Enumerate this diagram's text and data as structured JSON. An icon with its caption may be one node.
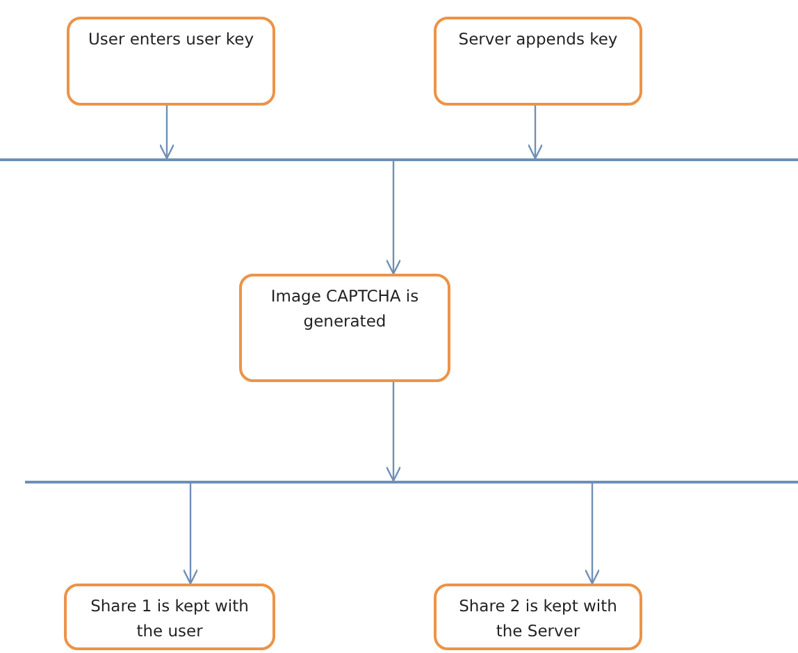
{
  "diagram": {
    "nodes": [
      {
        "text": [
          "User enters user key"
        ]
      },
      {
        "text": [
          "Server appends key"
        ]
      },
      {
        "text": [],
        "shape": "bar"
      },
      {
        "text": [
          "Image CAPTCHA is generated"
        ]
      },
      {
        "text": [],
        "shape": "bar"
      },
      {
        "text": [
          "Share 1 is kept with the user"
        ]
      },
      {
        "text": [
          "Share 2 is kept with the Server"
        ]
      }
    ],
    "edges": [
      {
        "from": 0,
        "to": 2,
        "arrow": "to"
      },
      {
        "from": 1,
        "to": 2,
        "arrow": "to"
      },
      {
        "from": 2,
        "to": 3,
        "arrow": "to"
      },
      {
        "from": 3,
        "to": 4,
        "arrow": "to"
      },
      {
        "from": 4,
        "to": 5,
        "arrow": "to"
      },
      {
        "from": 4,
        "to": 6,
        "arrow": "to"
      }
    ]
  }
}
